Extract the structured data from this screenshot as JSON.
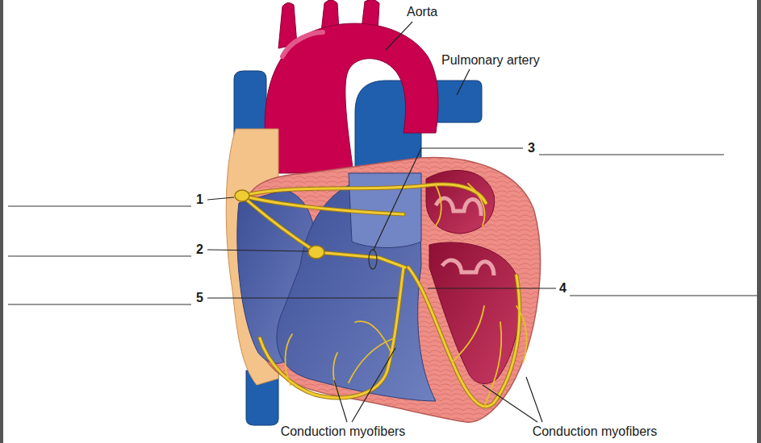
{
  "diagram": {
    "labels": [
      "Aorta",
      "Pulmonary artery",
      "3",
      "1",
      "2",
      "4",
      "5",
      "Conduction myofibers",
      "Conduction myofibers"
    ]
  }
}
